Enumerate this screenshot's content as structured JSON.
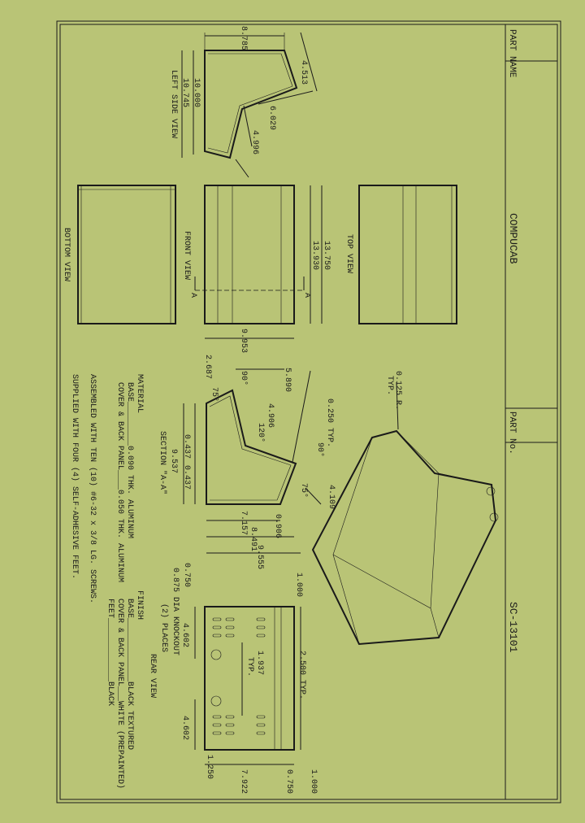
{
  "title_block": {
    "part_name_label": "PART NAME",
    "part_name": "COMPUCAB",
    "part_no_label": "PART No.",
    "part_no": "SC-13101"
  },
  "views": {
    "left_side": "LEFT SIDE VIEW",
    "front": "FRONT VIEW",
    "top": "TOP VIEW",
    "bottom": "BOTTOM VIEW",
    "section": "SECTION \"A-A\"",
    "rear": "REAR VIEW",
    "section_marker": "A"
  },
  "dimensions": {
    "d8785": "8.785",
    "d4513": "4.513",
    "d10000": "10.000",
    "d10745": "10.745",
    "d6029": "6.029",
    "d4996": "4.996",
    "d13930": "13.930",
    "d13750": "13.750",
    "d9953": "9.953",
    "d0125": "0.125 R.",
    "typ": "TYP.",
    "d0250": "0.250 TYP.",
    "d2687": "2.687",
    "a75a": "75°",
    "a90a": "90°",
    "d5890": "5.890",
    "d4906": "4.906",
    "a120": "120°",
    "a90b": "90°",
    "d9537": "9.537",
    "d0437a": "0.437",
    "d0437b": "0.437",
    "a75b": "75°",
    "d4109": "4.109",
    "d0906": "0.906",
    "d7157": "7.157",
    "d8491": "8.491",
    "d9555": "9.555",
    "d0750a": "0.750",
    "d0875": "0.875 DIA KNOCKOUT",
    "places": "(2) PLACES",
    "d4602a": "4.602",
    "d1000a": "1.000",
    "d2500": "2.500 TYP.",
    "d1937": "1.937",
    "typ2": "TYP.",
    "d4602b": "4.602",
    "d1250": "1.250",
    "d7922": "7.922",
    "d0750b": "0.750",
    "d1000b": "1.000"
  },
  "notes": {
    "material_heading": "MATERIAL",
    "material_base": "BASE_________0.090 THK. ALUMINUM",
    "material_cover": "COVER & BACK PANEL____0.050 THK. ALUMINUM",
    "assembled": "ASSEMBLED WITH TEN (10) #6-32 x 3/8 LG. SCREWS.",
    "supplied": "SUPPLIED WITH FOUR (4) SELF-ADHESIVE FEET.",
    "finish_heading": "FINISH",
    "finish_base": "BASE_____________BLACK TEXTURED",
    "finish_cover": "COVER & BACK PANEL___WHITE (PREPAINTED)",
    "finish_feet": "FEET_____________BLACK"
  }
}
